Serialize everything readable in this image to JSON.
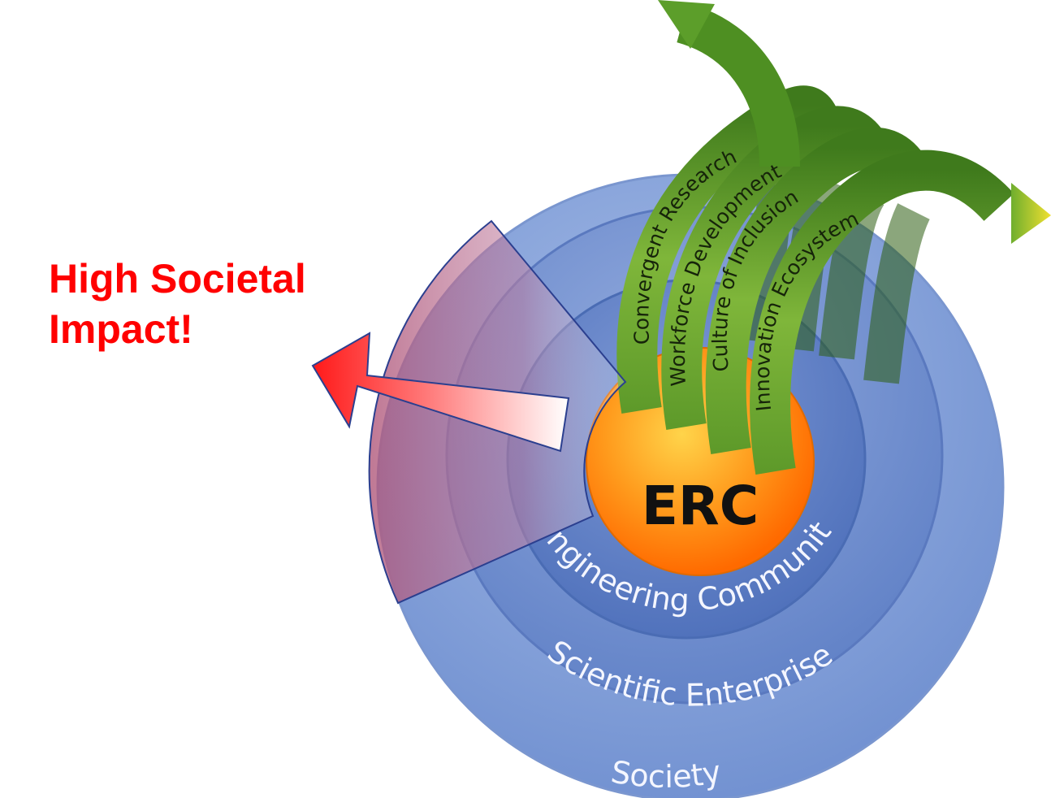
{
  "headline": {
    "line1": "High Societal",
    "line2": "Impact!",
    "color": "#ff0000"
  },
  "core": {
    "label": "ERC",
    "color": "#ff8c1a"
  },
  "rings": [
    {
      "label": "Society",
      "color": "#8aa6dc"
    },
    {
      "label": "Scientific Enterprise",
      "color": "#6f8fcf"
    },
    {
      "label": "Engineering Community",
      "color": "#5a7cc3"
    }
  ],
  "pillars": [
    {
      "label": "Convergent Research",
      "color": "#5e9a2a"
    },
    {
      "label": "Workforce Development",
      "color": "#5e9a2a"
    },
    {
      "label": "Culture of Inclusion",
      "color": "#5e9a2a"
    },
    {
      "label": "Innovation Ecosystem",
      "color": "#5e9a2a"
    }
  ],
  "impact_arrow": {
    "color": "#ff2a2a"
  }
}
